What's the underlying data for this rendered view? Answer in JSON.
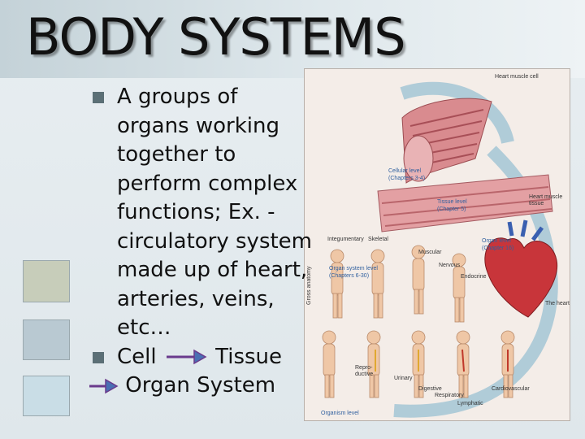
{
  "slide": {
    "title": "BODY SYSTEMS",
    "bullets": [
      {
        "lines": [
          "A groups of",
          "organs working",
          "together to",
          "perform complex",
          "functions; Ex. -",
          "circulatory system",
          "made up of heart,",
          "arteries, veins,",
          "etc…"
        ]
      },
      {
        "word1": "Cell",
        "word2": "Tissue",
        "word3": "Organ",
        "word4": "System"
      }
    ],
    "accent_colors": {
      "bullet": "#5b6f76",
      "arrow": "#6a3a8c",
      "square_1": "#c7cdba",
      "square_2": "#b9c9d2",
      "square_3": "#c9dde6"
    }
  },
  "figure": {
    "labels": {
      "heart_muscle_cell": "Heart muscle cell",
      "cellular_level": "Cellular level",
      "chapters_3_4": "(Chapters 3-4)",
      "tissue_level": "Tissue level",
      "chapter_5": "(Chapter 5)",
      "heart_muscle_tissue": "Heart muscle tissue",
      "integumentary": "Integumentary",
      "skeletal": "Skeletal",
      "muscular": "Muscular",
      "nervous": "Nervous",
      "endocrine": "Endocrine",
      "organ_level": "Organ level",
      "chapter_16": "(Chapter 16)",
      "organ_system_level": "Organ system level",
      "chapters_6_30": "(Chapters 6-30)",
      "gross_anatomy": "Gross anatomy",
      "the_heart": "The heart",
      "reproductive": "Repro-ductive",
      "urinary": "Urinary",
      "digestive": "Digestive",
      "respiratory": "Respiratory",
      "cardiovascular": "Cardiovascular",
      "lymphatic": "Lymphatic",
      "organism_level": "Organism level"
    }
  }
}
